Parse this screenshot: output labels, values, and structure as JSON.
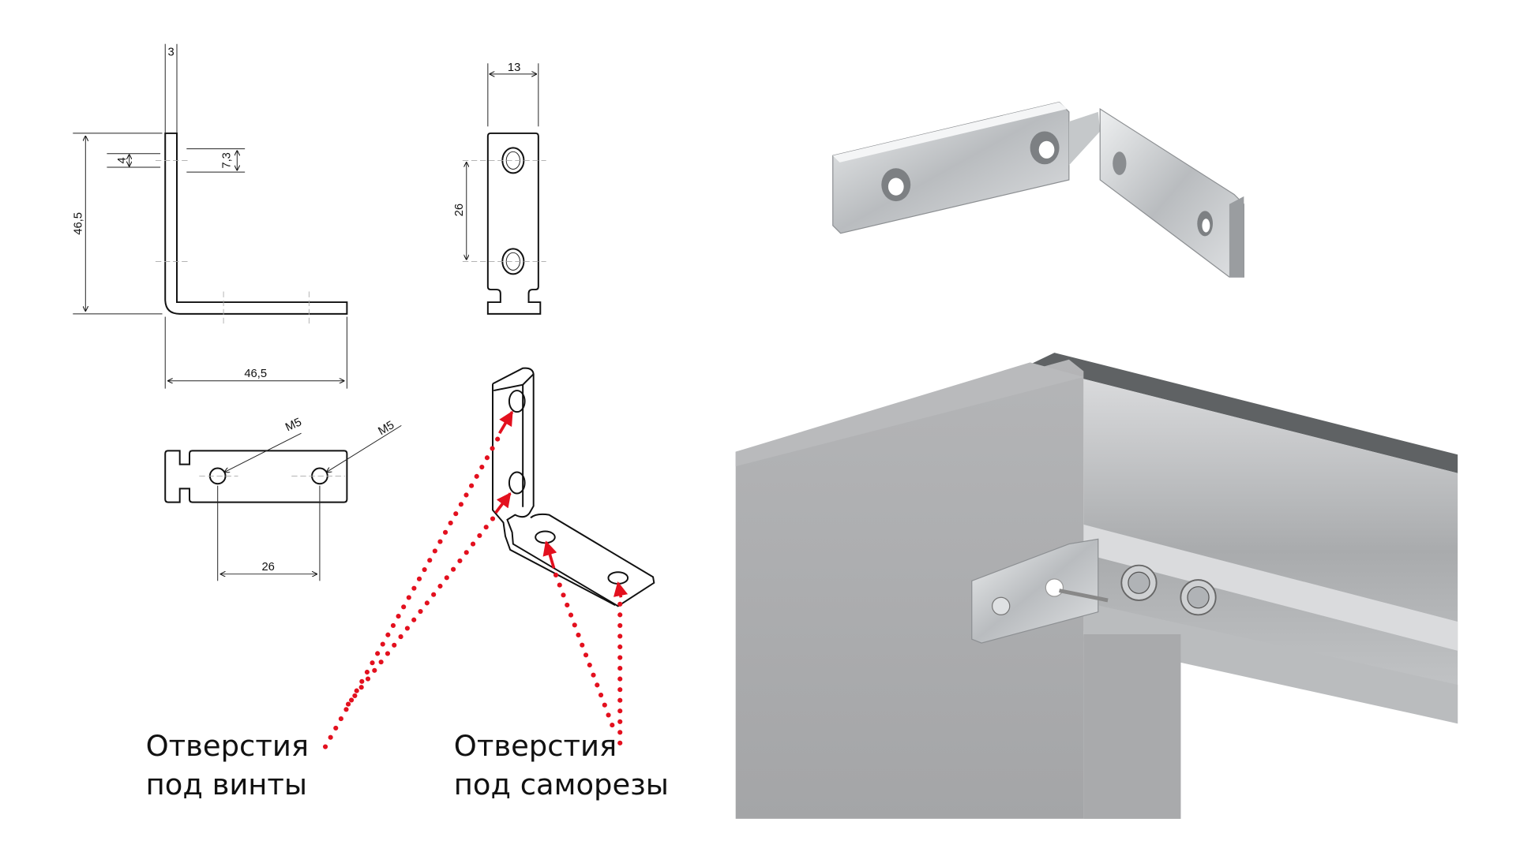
{
  "drawing": {
    "side_view": {
      "thickness": "3",
      "height": "46,5",
      "hole_dia": "4",
      "hole_offset": "7,3",
      "width": "46,5"
    },
    "front_view": {
      "width": "13",
      "hole_spacing": "26"
    },
    "top_view": {
      "thread_left": "M5",
      "thread_right": "M5",
      "hole_spacing": "26"
    }
  },
  "labels": {
    "screws": {
      "line1": "Отверстия",
      "line2": "под винты"
    },
    "self_tapping": {
      "line1": "Отверстия",
      "line2": "под саморезы"
    }
  },
  "colors": {
    "accent": "#e3101e",
    "panel": "#a7a8aa",
    "metal": "#c9cbcd"
  }
}
